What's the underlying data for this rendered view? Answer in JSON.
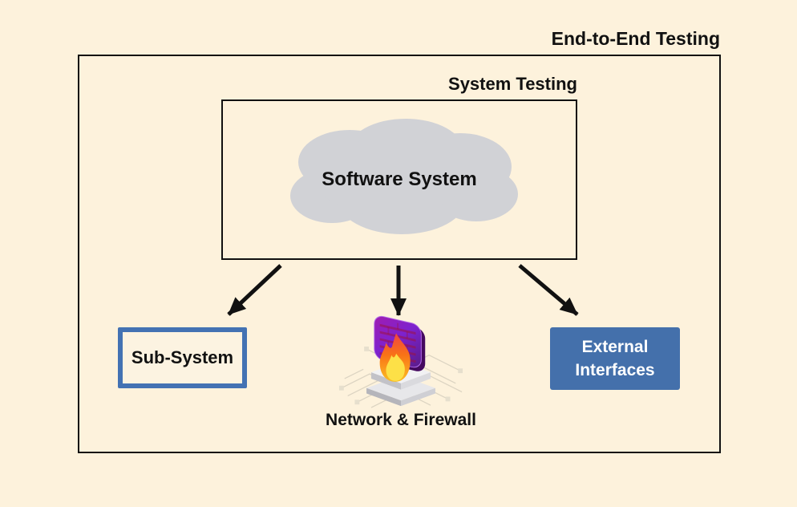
{
  "diagram": {
    "title": "End-to-End Testing",
    "system_box": {
      "label": "System Testing",
      "cloud_label": "Software System"
    },
    "nodes": {
      "subsystem": {
        "label": "Sub-System"
      },
      "network": {
        "label": "Network & Firewall",
        "icon": "firewall-icon"
      },
      "external": {
        "label": "External Interfaces"
      }
    },
    "arrows": [
      {
        "from": "system-box",
        "to": "subsystem"
      },
      {
        "from": "system-box",
        "to": "network-firewall"
      },
      {
        "from": "system-box",
        "to": "external-interfaces"
      }
    ],
    "colors": {
      "background": "#FDF2DC",
      "box_border": "#111111",
      "cloud_fill": "#D1D2D6",
      "accent_blue_fill": "#4470AB",
      "subsystem_border": "#4372B3",
      "text_dark": "#111111",
      "text_light": "#FFFFFF",
      "flame_orange": "#F97316",
      "wall_purple": "#7E22CE"
    }
  }
}
